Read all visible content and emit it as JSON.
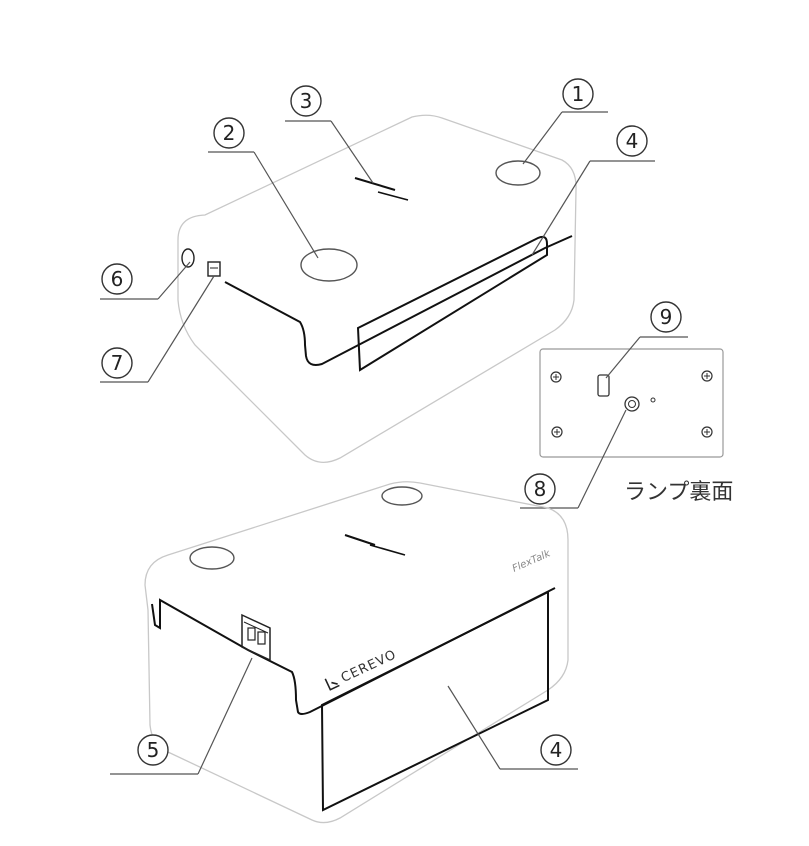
{
  "callouts": {
    "c1": "1",
    "c2": "2",
    "c3": "3",
    "c4_top": "4",
    "c4_bottom": "4",
    "c5": "5",
    "c6": "6",
    "c7": "7",
    "c8": "8",
    "c9": "9"
  },
  "lamp_caption": "ランプ裏面",
  "brand_text": "CEREVO",
  "brand_sub_text": "FlexTalk",
  "colors": {
    "line": "#222222",
    "thin_line": "#bbbbbb",
    "callout_line": "#555555"
  }
}
